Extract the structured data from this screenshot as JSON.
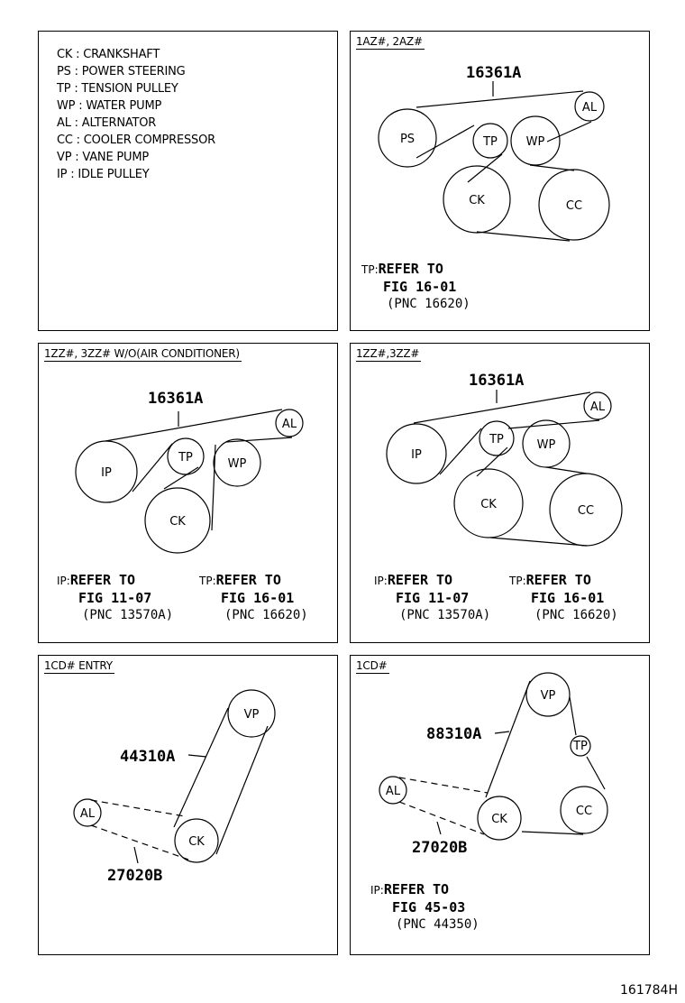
{
  "legend": [
    "CK : CRANKSHAFT",
    "PS : POWER STEERING",
    "TP : TENSION PULLEY",
    "WP : WATER PUMP",
    "AL : ALTERNATOR",
    "CC : COOLER COMPRESSOR",
    "VP : VANE PUMP",
    "IP : IDLE PULLEY"
  ],
  "panels": {
    "p1": {
      "title": "1AZ#, 2AZ#",
      "part": "16361A",
      "pulleys": {
        "al": "AL",
        "ps": "PS",
        "tp": "TP",
        "wp": "WP",
        "ck": "CK",
        "cc": "CC"
      },
      "ref": {
        "key": "TP:",
        "line1": "REFER TO",
        "line2": "FIG 16-01",
        "line3": "(PNC 16620)"
      }
    },
    "p2": {
      "title": "1ZZ#, 3ZZ#  W/O(AIR CONDITIONER)",
      "part": "16361A",
      "pulleys": {
        "al": "AL",
        "ip": "IP",
        "tp": "TP",
        "wp": "WP",
        "ck": "CK"
      },
      "ref_ip": {
        "key": "IP:",
        "line1": "REFER TO",
        "line2": "FIG 11-07",
        "line3": "(PNC 13570A)"
      },
      "ref_tp": {
        "key": "TP:",
        "line1": "REFER TO",
        "line2": "FIG 16-01",
        "line3": "(PNC 16620)"
      }
    },
    "p3": {
      "title": "1ZZ#,3ZZ#",
      "part": "16361A",
      "pulleys": {
        "al": "AL",
        "ip": "IP",
        "tp": "TP",
        "wp": "WP",
        "ck": "CK",
        "cc": "CC"
      },
      "ref_ip": {
        "key": "IP:",
        "line1": "REFER TO",
        "line2": "FIG 11-07",
        "line3": "(PNC 13570A)"
      },
      "ref_tp": {
        "key": "TP:",
        "line1": "REFER TO",
        "line2": "FIG 16-01",
        "line3": "(PNC 16620)"
      }
    },
    "p4": {
      "title": "1CD#  ENTRY",
      "part_a": "44310A",
      "part_b": "27020B",
      "pulleys": {
        "vp": "VP",
        "al": "AL",
        "ck": "CK"
      }
    },
    "p5": {
      "title": "1CD#",
      "part_a": "88310A",
      "part_b": "27020B",
      "pulleys": {
        "vp": "VP",
        "tp": "TP",
        "al": "AL",
        "ck": "CK",
        "cc": "CC"
      },
      "ref": {
        "key": "IP:",
        "line1": "REFER TO",
        "line2": "FIG 45-03",
        "line3": "(PNC 44350)"
      }
    }
  },
  "footer_code": "161784H"
}
